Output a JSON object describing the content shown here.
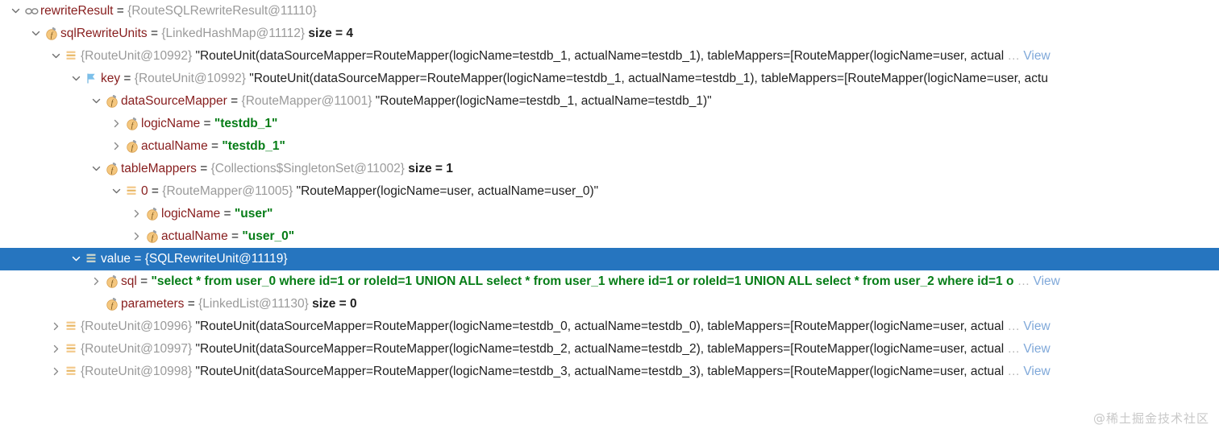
{
  "theme": {
    "background": "#ffffff",
    "selection_background": "#2675bf",
    "selection_foreground": "#ffffff",
    "field_name_color": "#871d1d",
    "type_color": "#9a9a9a",
    "string_value_color": "#067d17",
    "link_color": "#7fa8d9",
    "ellipsis_color": "#b6b6b6"
  },
  "watermark": "@稀土掘金技术社区",
  "labels": {
    "equals": " = ",
    "ellipsis": "…",
    "view_link": "View",
    "size_prefix": "size = "
  },
  "rows": [
    {
      "depth": 0,
      "expanded": true,
      "icon": "watch-glasses-icon",
      "name": "rewriteResult",
      "type": "{RouteSQLRewriteResult@11110}",
      "value": "",
      "size": "",
      "tostring": "",
      "truncated": false,
      "selected": false
    },
    {
      "depth": 1,
      "expanded": true,
      "icon": "field-icon",
      "name": "sqlRewriteUnits",
      "type": "{LinkedHashMap@11112}",
      "value": "",
      "size": "size = 4",
      "tostring": "",
      "truncated": false,
      "selected": false
    },
    {
      "depth": 2,
      "expanded": true,
      "icon": "list-icon",
      "name": "",
      "type": "{RouteUnit@10992}",
      "value": "",
      "size": "",
      "tostring": "\"RouteUnit(dataSourceMapper=RouteMapper(logicName=testdb_1, actualName=testdb_1), tableMappers=[RouteMapper(logicName=user, actual",
      "truncated": true,
      "selected": false
    },
    {
      "depth": 3,
      "expanded": true,
      "icon": "key-flag-icon",
      "name": "key",
      "type": "{RouteUnit@10992}",
      "value": "",
      "size": "",
      "tostring": "\"RouteUnit(dataSourceMapper=RouteMapper(logicName=testdb_1, actualName=testdb_1), tableMappers=[RouteMapper(logicName=user, actu",
      "truncated": false,
      "selected": false
    },
    {
      "depth": 4,
      "expanded": true,
      "icon": "field-icon",
      "name": "dataSourceMapper",
      "type": "{RouteMapper@11001}",
      "value": "",
      "size": "",
      "tostring": "\"RouteMapper(logicName=testdb_1, actualName=testdb_1)\"",
      "truncated": false,
      "selected": false
    },
    {
      "depth": 5,
      "expanded": false,
      "icon": "field-icon",
      "name": "logicName",
      "type": "",
      "value": "\"testdb_1\"",
      "size": "",
      "tostring": "",
      "truncated": false,
      "selected": false
    },
    {
      "depth": 5,
      "expanded": false,
      "icon": "field-icon",
      "name": "actualName",
      "type": "",
      "value": "\"testdb_1\"",
      "size": "",
      "tostring": "",
      "truncated": false,
      "selected": false
    },
    {
      "depth": 4,
      "expanded": true,
      "icon": "field-icon",
      "name": "tableMappers",
      "type": "{Collections$SingletonSet@11002}",
      "value": "",
      "size": "size = 1",
      "tostring": "",
      "truncated": false,
      "selected": false
    },
    {
      "depth": 5,
      "expanded": true,
      "icon": "list-icon",
      "name": "0",
      "type": "{RouteMapper@11005}",
      "value": "",
      "size": "",
      "tostring": "\"RouteMapper(logicName=user, actualName=user_0)\"",
      "truncated": false,
      "selected": false
    },
    {
      "depth": 6,
      "expanded": false,
      "icon": "field-icon",
      "name": "logicName",
      "type": "",
      "value": "\"user\"",
      "size": "",
      "tostring": "",
      "truncated": false,
      "selected": false
    },
    {
      "depth": 6,
      "expanded": false,
      "icon": "field-icon",
      "name": "actualName",
      "type": "",
      "value": "\"user_0\"",
      "size": "",
      "tostring": "",
      "truncated": false,
      "selected": false
    },
    {
      "depth": 3,
      "expanded": true,
      "icon": "list-icon",
      "name": "value",
      "type": "{SQLRewriteUnit@11119}",
      "value": "",
      "size": "",
      "tostring": "",
      "truncated": false,
      "selected": true
    },
    {
      "depth": 4,
      "expanded": false,
      "icon": "field-icon",
      "name": "sql",
      "type": "",
      "value": "\"select * from user_0 where id=1 or roleId=1 UNION ALL select * from user_1 where id=1 or roleId=1 UNION ALL select * from user_2 where id=1 o",
      "size": "",
      "tostring": "",
      "truncated": true,
      "selected": false
    },
    {
      "depth": 4,
      "expanded": null,
      "icon": "field-icon",
      "name": "parameters",
      "type": "{LinkedList@11130}",
      "value": "",
      "size": "size = 0",
      "tostring": "",
      "truncated": false,
      "selected": false
    },
    {
      "depth": 2,
      "expanded": false,
      "icon": "list-icon",
      "name": "",
      "type": "{RouteUnit@10996}",
      "value": "",
      "size": "",
      "tostring": "\"RouteUnit(dataSourceMapper=RouteMapper(logicName=testdb_0, actualName=testdb_0), tableMappers=[RouteMapper(logicName=user, actual",
      "truncated": true,
      "selected": false
    },
    {
      "depth": 2,
      "expanded": false,
      "icon": "list-icon",
      "name": "",
      "type": "{RouteUnit@10997}",
      "value": "",
      "size": "",
      "tostring": "\"RouteUnit(dataSourceMapper=RouteMapper(logicName=testdb_2, actualName=testdb_2), tableMappers=[RouteMapper(logicName=user, actual",
      "truncated": true,
      "selected": false
    },
    {
      "depth": 2,
      "expanded": false,
      "icon": "list-icon",
      "name": "",
      "type": "{RouteUnit@10998}",
      "value": "",
      "size": "",
      "tostring": "\"RouteUnit(dataSourceMapper=RouteMapper(logicName=testdb_3, actualName=testdb_3), tableMappers=[RouteMapper(logicName=user, actual",
      "truncated": true,
      "selected": false
    }
  ]
}
